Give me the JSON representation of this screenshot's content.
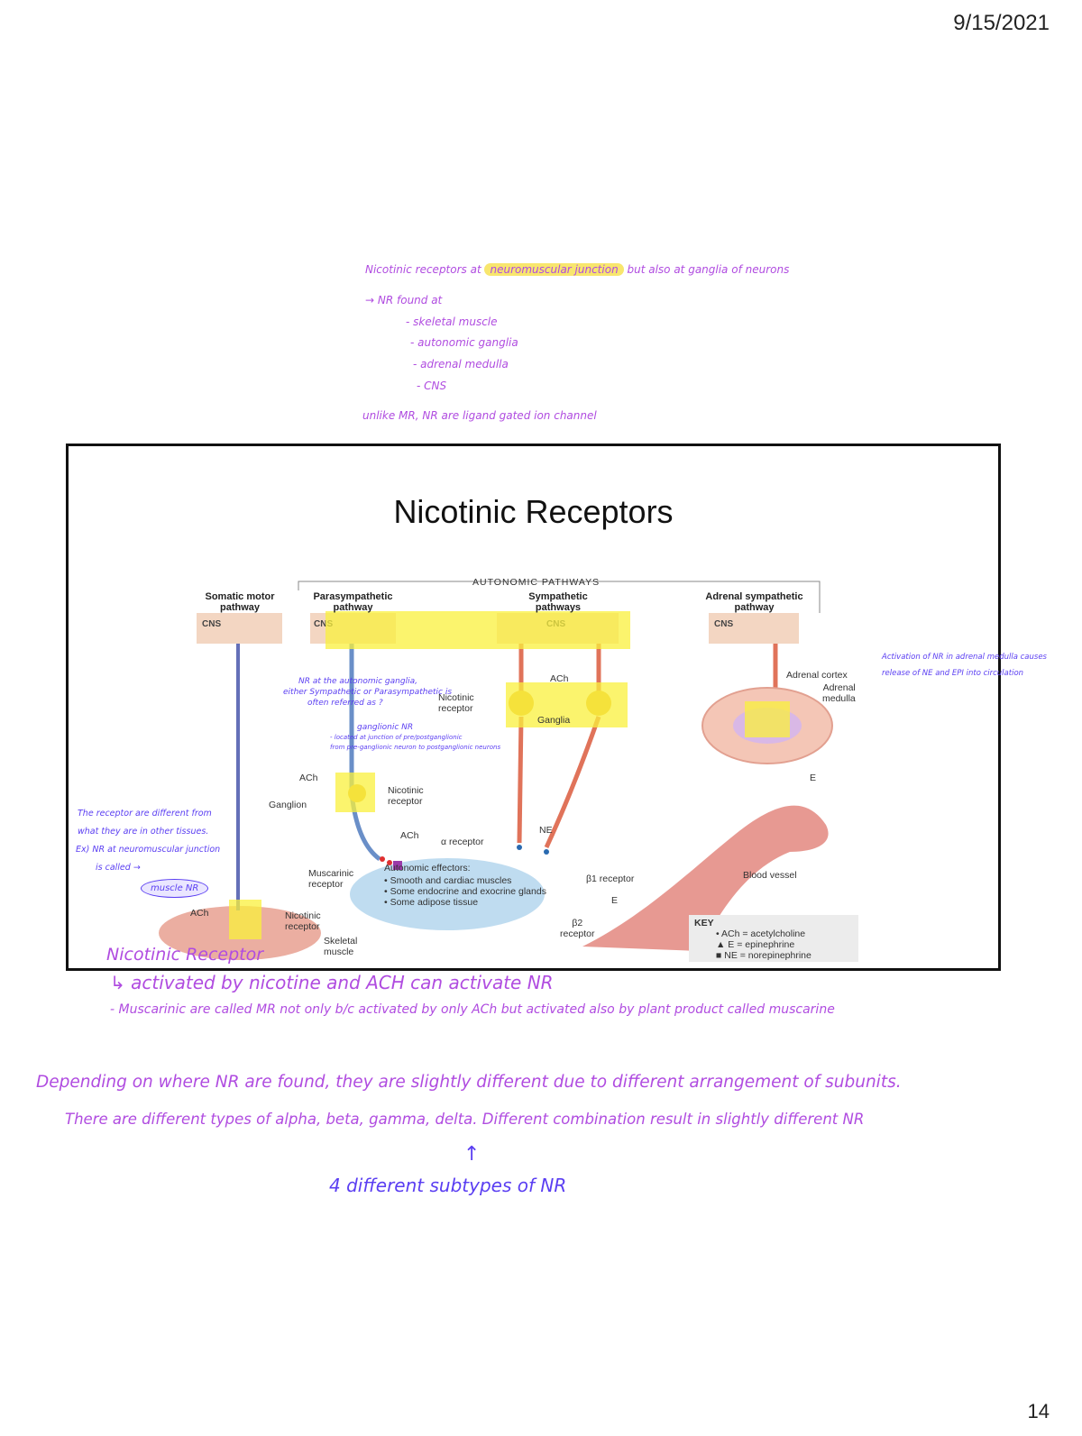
{
  "header": {
    "date": "9/15/2021"
  },
  "footer": {
    "page_number": "14"
  },
  "top_notes": {
    "line1_pre": "Nicotinic receptors at ",
    "line1_highlight": "neuromuscular junction",
    "line1_post": " but also at ganglia of neurons",
    "line2": "→ NR found at",
    "bullets": [
      "- skeletal muscle",
      "- autonomic ganglia",
      "- adrenal medulla",
      "- CNS"
    ],
    "line3": "unlike MR, NR are ligand gated ion channel"
  },
  "slide": {
    "title": "Nicotinic Receptors",
    "diagram": {
      "autonomic_pathways": "AUTONOMIC PATHWAYS",
      "col_somatic": "Somatic motor\npathway",
      "col_parasym": "Parasympathetic\npathway",
      "col_sym": "Sympathetic\npathways",
      "col_adrenal": "Adrenal sympathetic\npathway",
      "cns": "CNS",
      "ach": "ACh",
      "nicotinic_receptor": "Nicotinic\nreceptor",
      "ganglia": "Ganglia",
      "ganglion": "Ganglion",
      "ne": "NE",
      "alpha_receptor": "α receptor",
      "beta1_receptor": "β1 receptor",
      "beta2_receptor": "β2\nreceptor",
      "muscarinic_receptor": "Muscarinic\nreceptor",
      "effectors_title": "Autonomic effectors:",
      "effectors": [
        "• Smooth and cardiac muscles",
        "• Some endocrine and exocrine glands",
        "• Some adipose tissue"
      ],
      "e": "E",
      "blood_vessel": "Blood vessel",
      "adrenal_cortex": "Adrenal cortex",
      "adrenal_medulla": "Adrenal\nmedulla",
      "skeletal_muscle": "Skeletal\nmuscle",
      "key_title": "KEY",
      "key_items": [
        "• ACh = acetylcholine",
        "▲ E    = epinephrine",
        "■ NE   = norepinephrine"
      ]
    },
    "annotations": {
      "parasym_note1": "NR at the autonomic ganglia,",
      "parasym_note2": "either Sympathetic or Parasympathetic is",
      "parasym_note3": "often referred as ?",
      "parasym_note4": "ganglionic NR",
      "parasym_note5": "- located at junction of pre/postganglionic",
      "parasym_note6": "from pre-ganglionic neuron to postganglionic neurons",
      "adrenal_note1": "Activation of NR in adrenal medulla causes",
      "adrenal_note2": "release of NE and EPI into circulation",
      "left_note1": "The receptor are different from",
      "left_note2": "what they are in other tissues.",
      "left_note3": "Ex) NR at neuromuscular junction",
      "left_note4": "is called →",
      "left_circle": "muscle NR"
    }
  },
  "bottom_notes": {
    "line1": "Nicotinic Receptor",
    "line2": "↳ activated by nicotine and ACH can activate NR",
    "line3": "- Muscarinic are called MR not only b/c activated by only ACh but activated also by plant product called muscarine",
    "line4": "Depending on where NR are found, they are slightly different due to different arrangement of subunits.",
    "line5": "There are different types of alpha, beta, gamma, delta. Different combination result in slightly different NR",
    "arrow": "↑",
    "line6": "4 different subtypes of NR"
  },
  "colors": {
    "handwriting": "#b04ce0",
    "handwriting_blue": "#5a3ef2",
    "highlight": "#f8e66e",
    "ach_neuron": "#6a8fc8",
    "ne_neuron": "#e0735a"
  }
}
